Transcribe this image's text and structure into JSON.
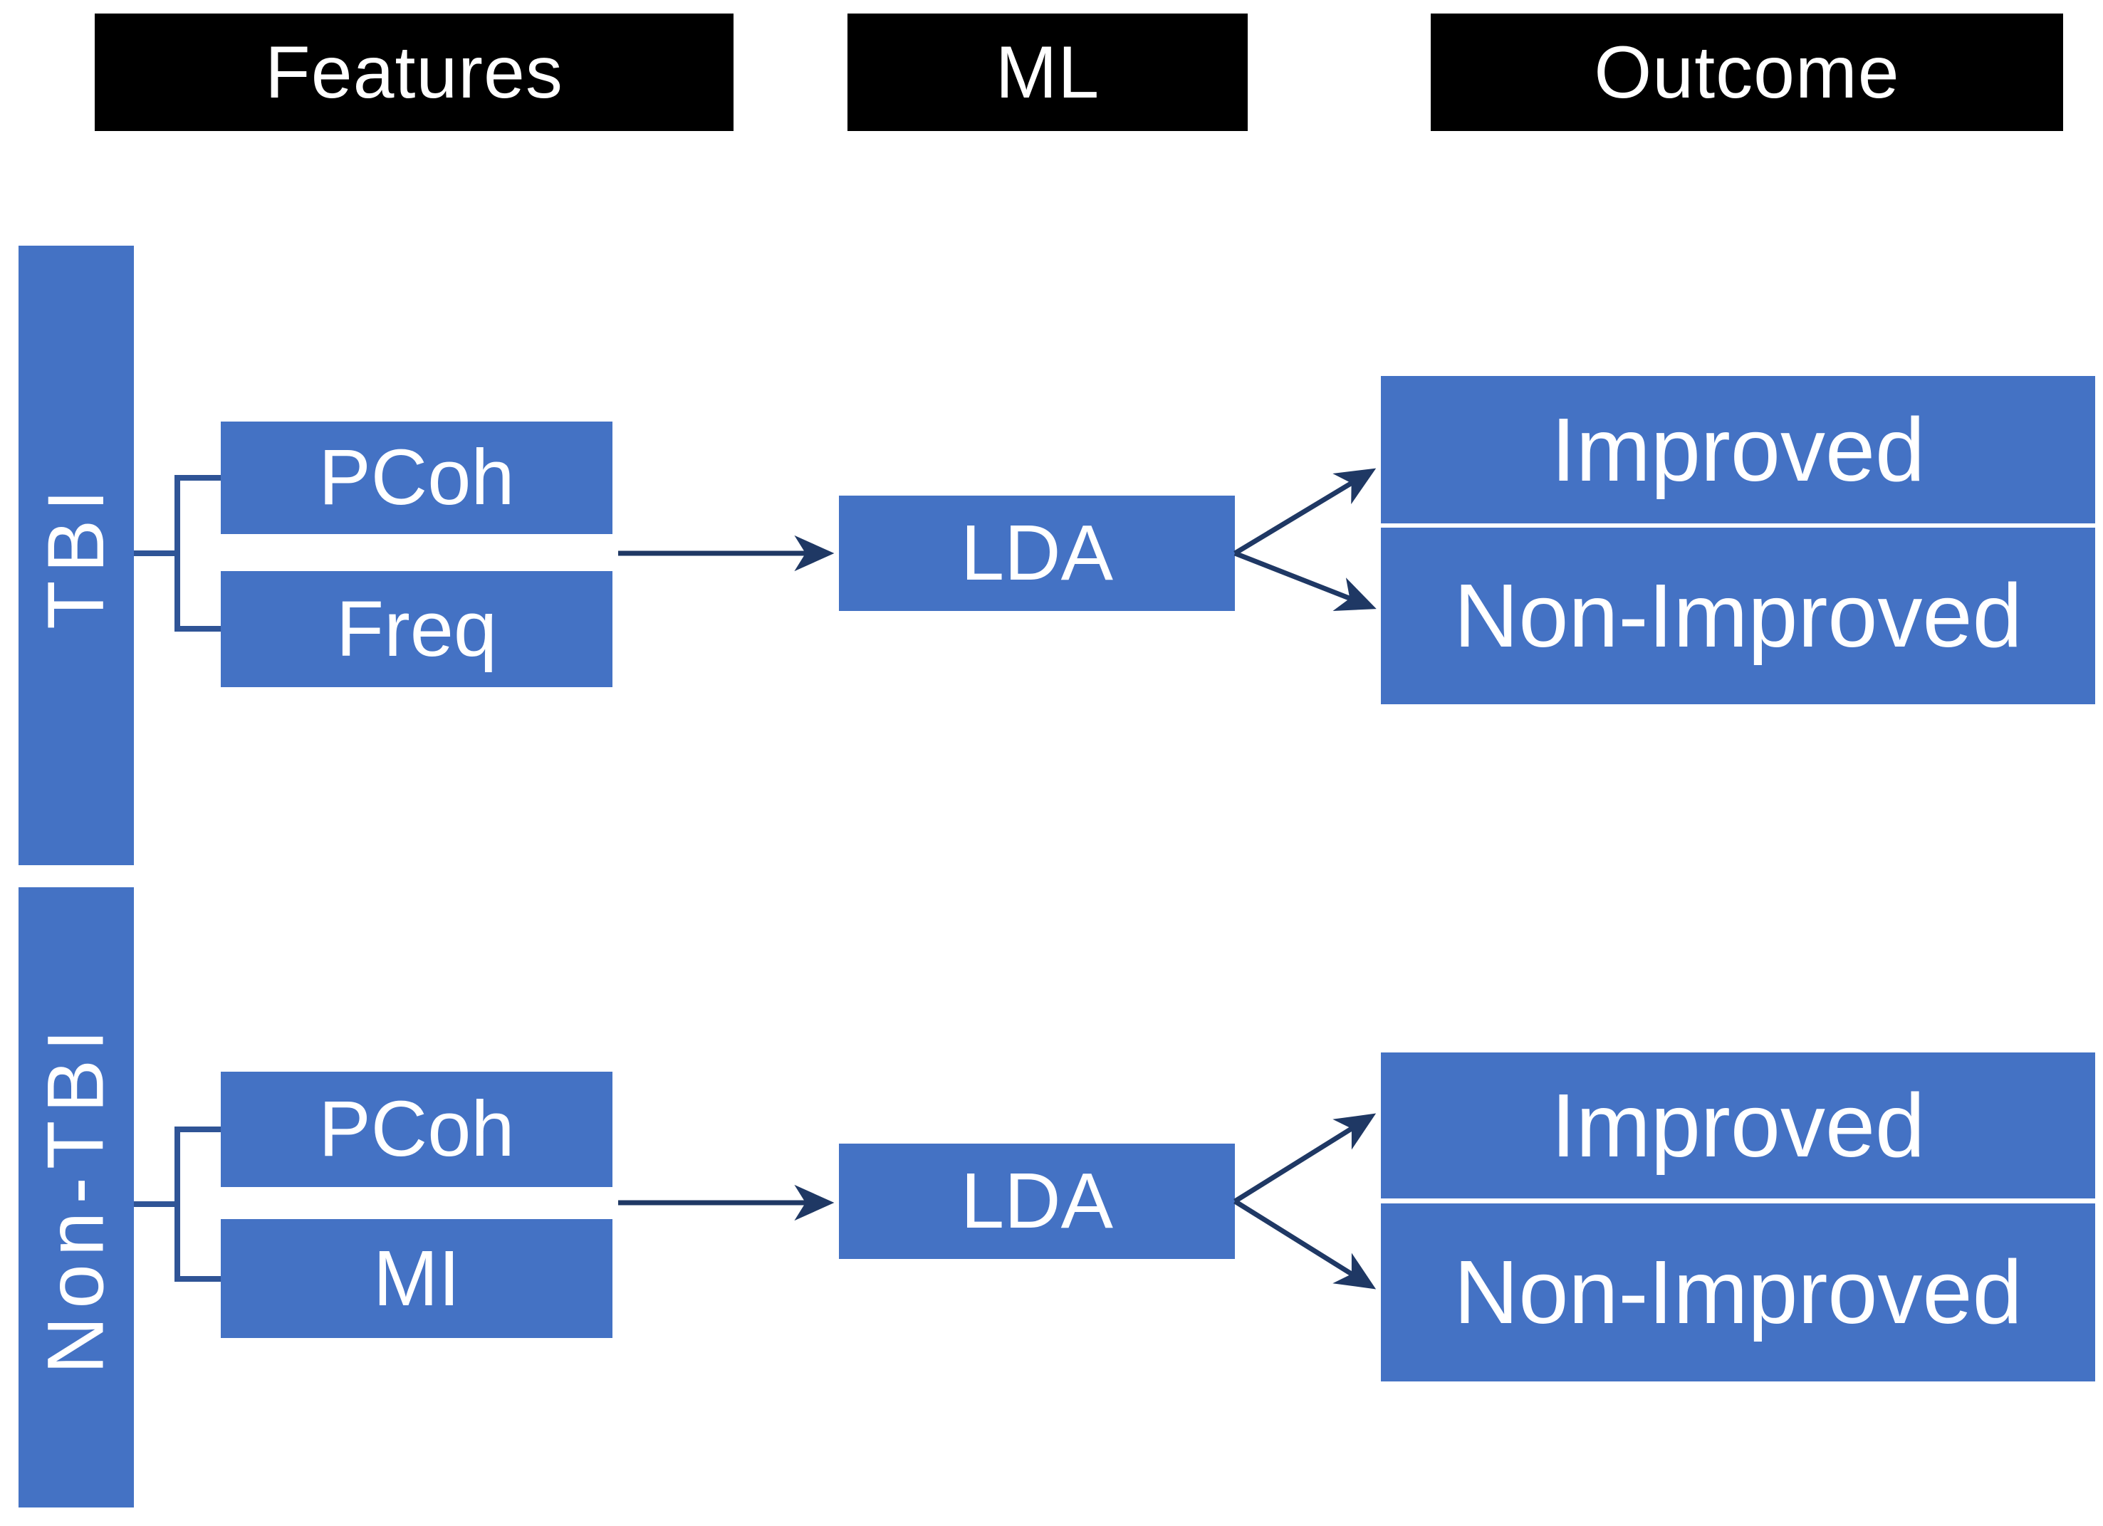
{
  "colors": {
    "background": "#FFFFFF",
    "box_blue": "#4472C4",
    "header_bg": "#000000",
    "header_text": "#FFFFFF",
    "box_text": "#FFFFFF",
    "bracket": "#2F5496",
    "arrow": "#1F3864"
  },
  "headers": {
    "features": "Features",
    "ml": "ML",
    "outcome": "Outcome"
  },
  "groups": [
    {
      "name": "TBI",
      "features": [
        "PCoh",
        "Freq"
      ],
      "ml": "LDA",
      "outcomes": [
        "Improved",
        "Non-Improved"
      ]
    },
    {
      "name": "Non-TBI",
      "features": [
        "PCoh",
        "MI"
      ],
      "ml": "LDA",
      "outcomes": [
        "Improved",
        "Non-Improved"
      ]
    }
  ]
}
